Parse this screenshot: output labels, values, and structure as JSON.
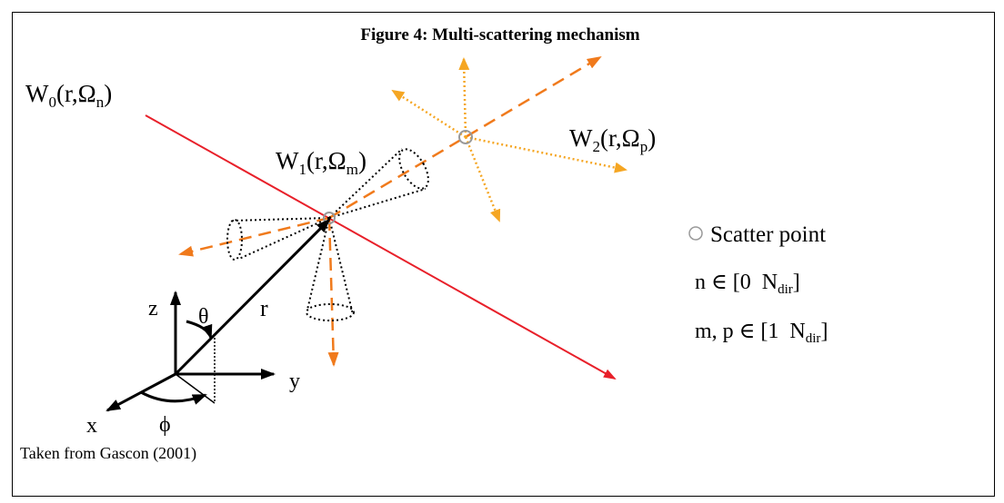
{
  "title": "Figure 4: Multi-scattering mechanism",
  "labels": {
    "w0": {
      "main": "W",
      "sub": "0",
      "mid": "(r,Ω",
      "sub2": "n",
      "end": ")"
    },
    "w1": {
      "main": "W",
      "sub": "1",
      "mid": "(r,Ω",
      "sub2": "m",
      "end": ")"
    },
    "w2": {
      "main": "W",
      "sub": "2",
      "mid": "(r,Ω",
      "sub2": "p",
      "end": ")"
    },
    "r": "r",
    "theta": "θ",
    "phi": "ϕ",
    "axis_x": "x",
    "axis_y": "y",
    "axis_z": "z"
  },
  "legend": {
    "scatter_point": "Scatter point",
    "n_range": {
      "pre": "n ∈ [0  N",
      "sub": "dir",
      "post": "]"
    },
    "mp_range": {
      "pre": "m, p ∈ [1  N",
      "sub": "dir",
      "post": "]"
    }
  },
  "credit": "Taken from Gascon (2001)",
  "colors": {
    "incident": "#e8202a",
    "scatter1": "#f07a1c",
    "scatter2": "#f5a623",
    "vector": "#000000",
    "point": "#999999"
  }
}
